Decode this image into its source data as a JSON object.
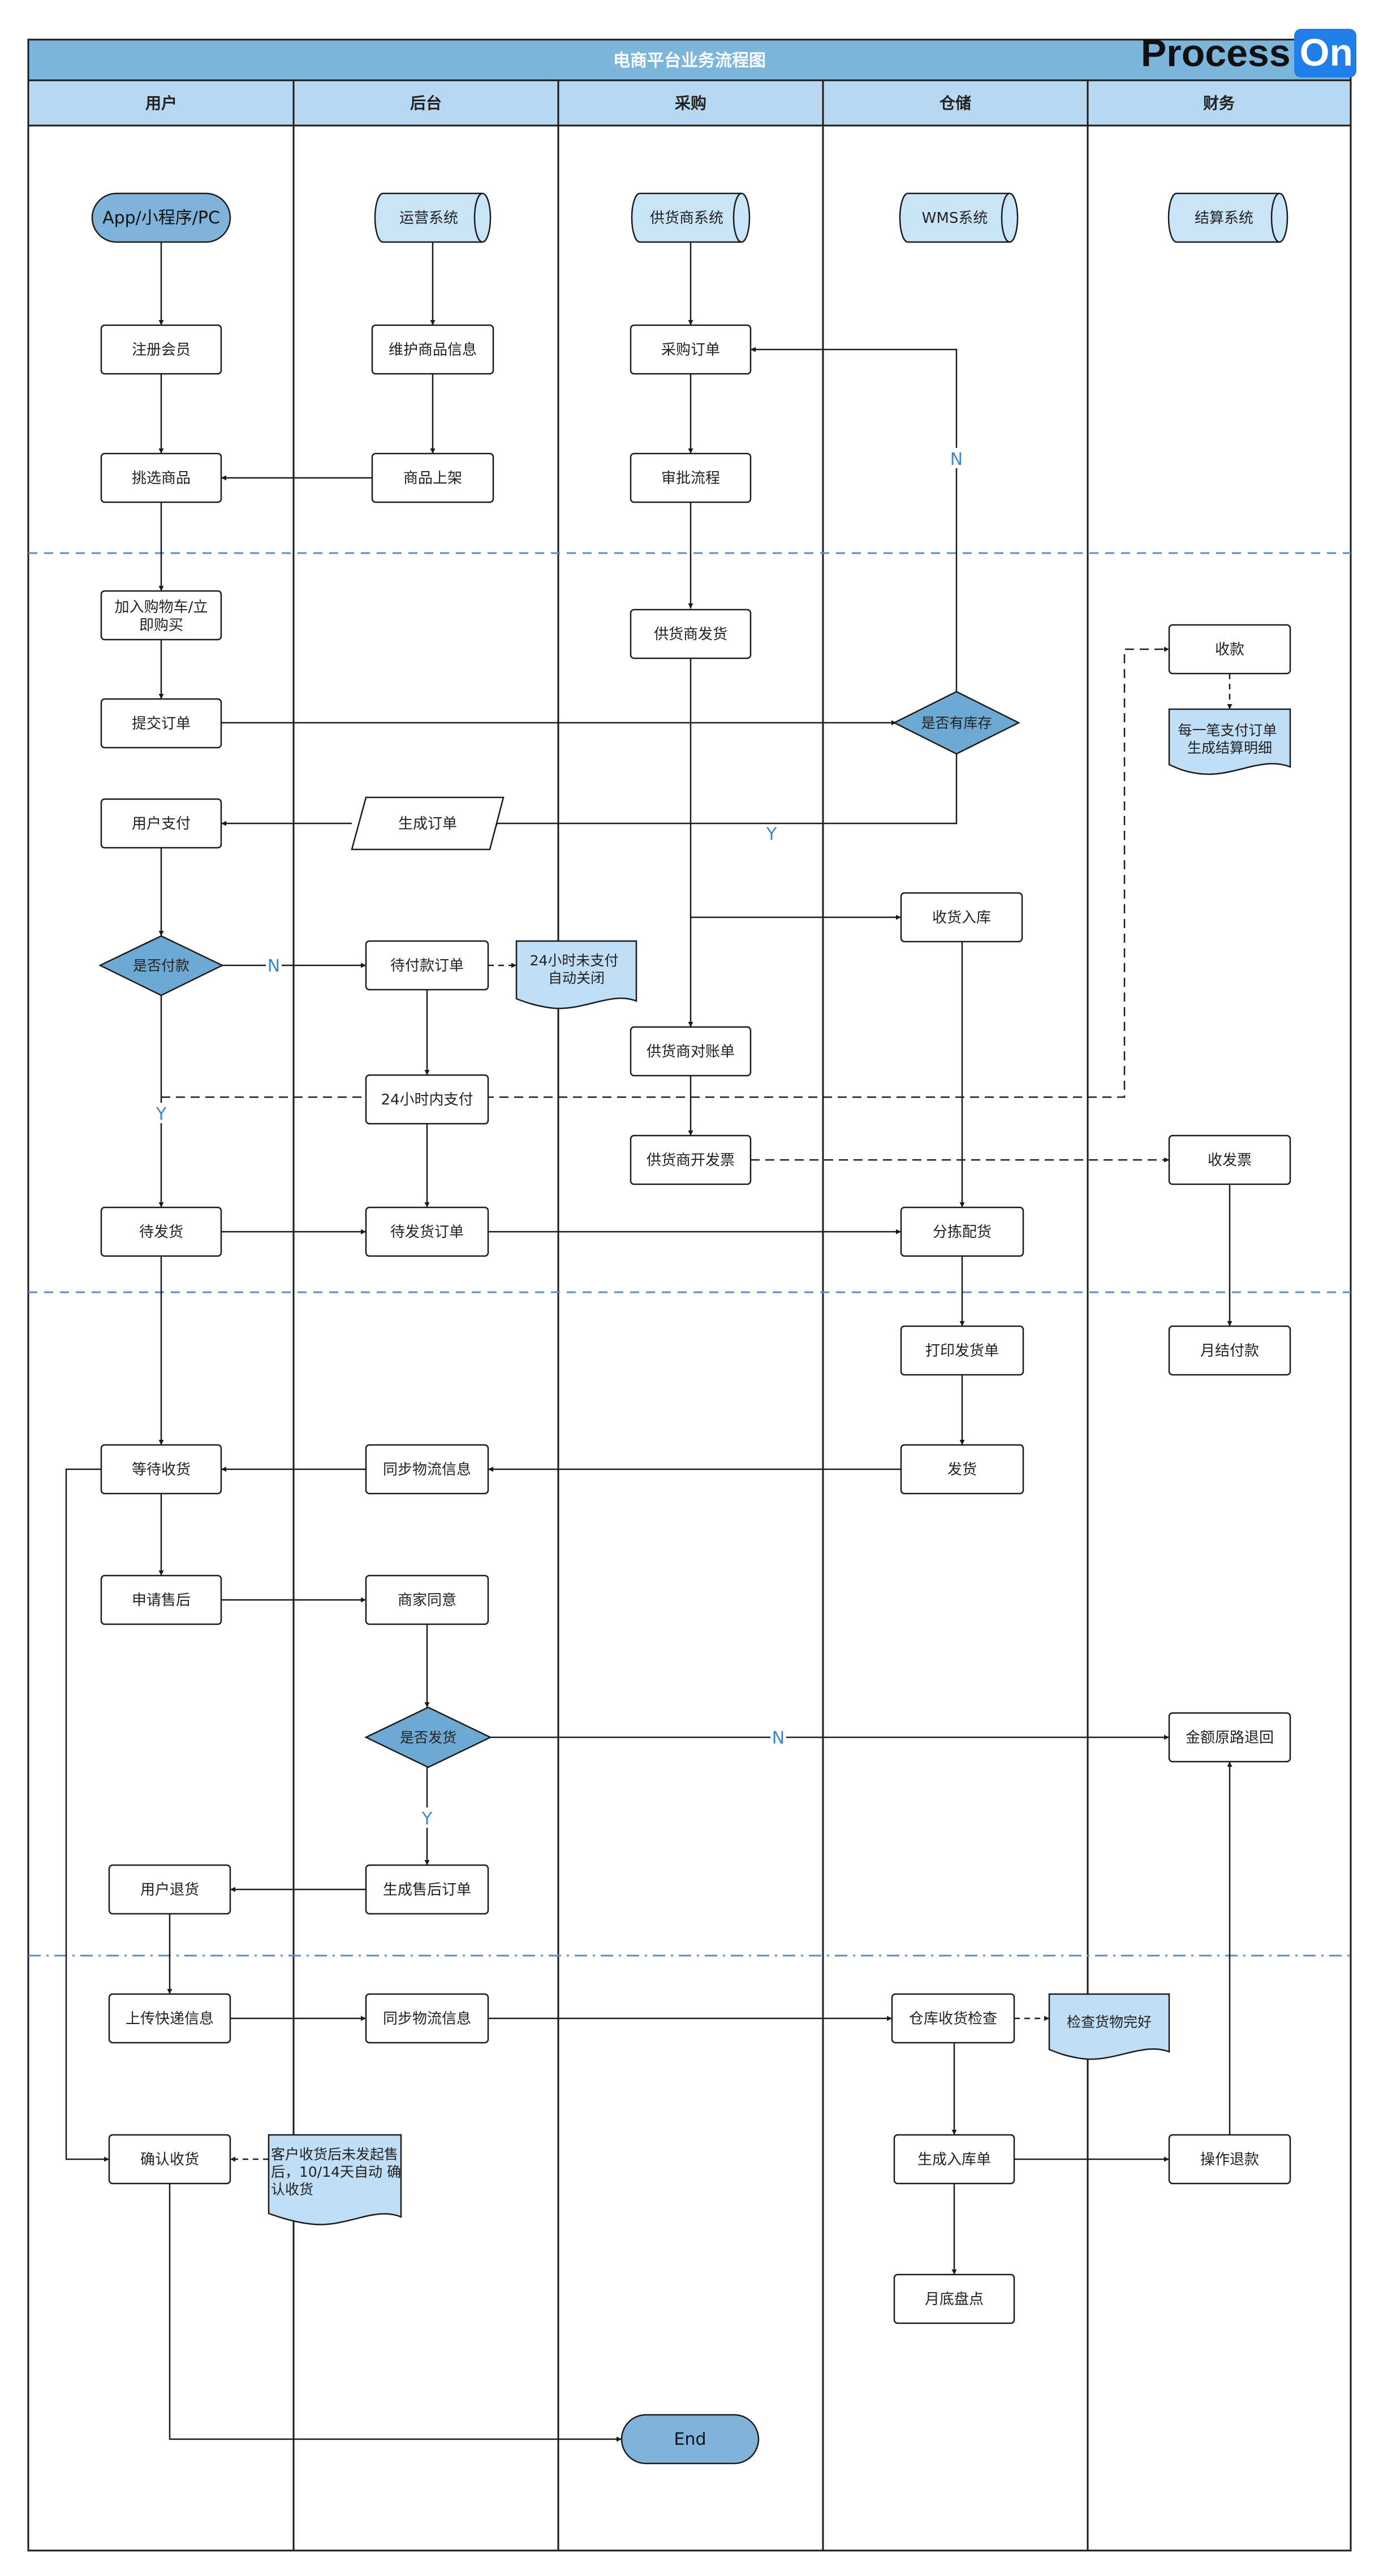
{
  "title": "电商平台业务流程图",
  "lanes": [
    "用户",
    "后台",
    "采购",
    "仓储",
    "财务"
  ],
  "logo": {
    "text": "Process",
    "badge": "On"
  },
  "colors": {
    "header_bg": "#7db6dd",
    "lane_header_bg": "#b7d8f0",
    "terminal_fill": "#7fb3da",
    "db_fill": "#c9e4f7",
    "decision_fill": "#6ea9d3",
    "note_fill": "#c0def5",
    "edge_label": "#3a88c9",
    "separator": "#5b8dc9",
    "stroke": "#1a1a1a"
  },
  "nodes": {
    "app": "App/小程序/PC",
    "ops_sys": "运营系统",
    "supplier_sys": "供货商系统",
    "wms_sys": "WMS系统",
    "settle_sys": "结算系统",
    "register": "注册会员",
    "maintain": "维护商品信息",
    "po": "采购订单",
    "pick": "挑选商品",
    "listing": "商品上架",
    "approve": "审批流程",
    "add_cart": "加入购物车/立即购买",
    "supplier_ship": "供货商发货",
    "collect": "收款",
    "settle_note": "每一笔支付订单生成结算明细",
    "submit": "提交订单",
    "in_stock": "是否有库存",
    "pay": "用户支付",
    "gen_order": "生成订单",
    "receive_in": "收货入库",
    "paid_q": "是否付款",
    "unpaid_order": "待付款订单",
    "auto_close": "24小时未支付自动关闭",
    "reconcile": "供货商对账单",
    "pay_24h": "24小时内支付",
    "invoice": "供货商开发票",
    "recv_invoice": "收发票",
    "wait_ship": "待发货",
    "wait_ship_order": "待发货订单",
    "sort_dist": "分拣配货",
    "print_ship": "打印发货单",
    "monthly_pay": "月结付款",
    "wait_recv": "等待收货",
    "sync_log1": "同步物流信息",
    "ship": "发货",
    "after_sale": "申请售后",
    "merchant_ok": "商家同意",
    "shipped_q": "是否发货",
    "refund_back": "金额原路退回",
    "user_return": "用户退货",
    "gen_after": "生成售后订单",
    "upload_exp": "上传快递信息",
    "sync_log2": "同步物流信息",
    "wh_check": "仓库收货检查",
    "goods_ok": "检查货物完好",
    "confirm_recv": "确认收货",
    "auto_confirm": "客户收货后未发起售后，10/14天自动 确认收货",
    "gen_inbound": "生成入库单",
    "op_refund": "操作退款",
    "month_check": "月底盘点",
    "end": "End"
  },
  "edge_labels": {
    "n1": "N",
    "y1": "Y",
    "n2": "N",
    "y2": "Y",
    "n3": "N",
    "y3": "Y"
  }
}
